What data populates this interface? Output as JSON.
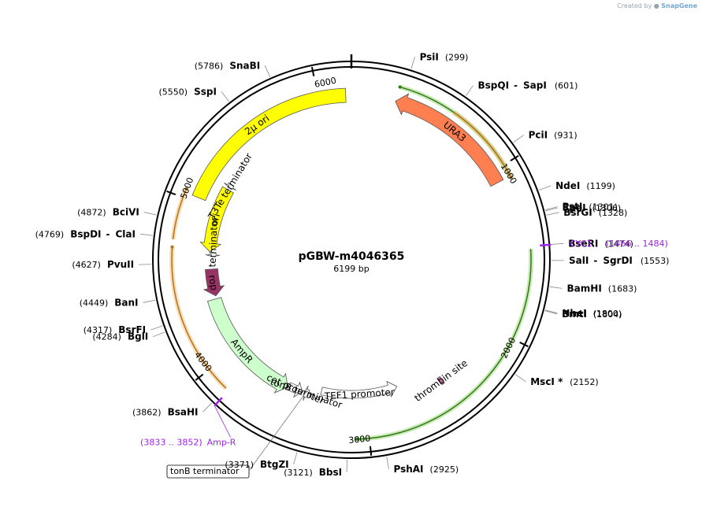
{
  "credit": {
    "prefix": "Created by",
    "brand": "SnapGene"
  },
  "plasmid": {
    "name": "pGBW-m4046365",
    "length_label": "6199 bp",
    "length": 6199
  },
  "ticks": [
    {
      "label": "1000",
      "pos": 1000
    },
    {
      "label": "2000",
      "pos": 2000
    },
    {
      "label": "3000",
      "pos": 3000
    },
    {
      "label": "4000",
      "pos": 4000
    },
    {
      "label": "5000",
      "pos": 5000
    },
    {
      "label": "6000",
      "pos": 6000
    }
  ],
  "sites": [
    {
      "name": "PsiI",
      "pos_label": "(299)",
      "pos": 299,
      "side": "right"
    },
    {
      "name": "BspQI",
      "sep": "-",
      "name2": "SapI",
      "pos_label": "(601)",
      "pos": 601,
      "side": "right"
    },
    {
      "name": "PciI",
      "pos_label": "(931)",
      "pos": 931,
      "side": "right"
    },
    {
      "name": "NdeI",
      "pos_label": "(1199)",
      "pos": 1199,
      "side": "right"
    },
    {
      "name": "PstI",
      "pos_label": "(1301)",
      "pos": 1301,
      "side": "right"
    },
    {
      "name": "SpeI",
      "pos_label": "(1306)",
      "pos": 1306,
      "side": "right"
    },
    {
      "name": "BsrGI",
      "pos_label": "(1328)",
      "pos": 1328,
      "side": "right"
    },
    {
      "name": "BseRI",
      "pos_label": "(1474)",
      "pos": 1474,
      "side": "right"
    },
    {
      "name": "SalI",
      "sep": "-",
      "name2": "SgrDI",
      "pos_label": "(1553)",
      "pos": 1553,
      "side": "right"
    },
    {
      "name": "BamHI",
      "pos_label": "(1683)",
      "pos": 1683,
      "side": "right"
    },
    {
      "name": "NheI",
      "pos_label": "(1800)",
      "pos": 1800,
      "side": "right"
    },
    {
      "name": "BmtI",
      "pos_label": "(1804)",
      "pos": 1804,
      "side": "right"
    },
    {
      "name": "MscI *",
      "pos_label": "(2152)",
      "pos": 2152,
      "side": "right"
    },
    {
      "name": "PshAI",
      "pos_label": "(2925)",
      "pos": 2925,
      "side": "right"
    },
    {
      "name": "BbsI",
      "pos_label": "(3121)",
      "pos": 3121,
      "side": "left"
    },
    {
      "name": "BtgZI",
      "pos_label": "(3371)",
      "pos": 3371,
      "side": "left"
    },
    {
      "name": "BsaHI",
      "pos_label": "(3862)",
      "pos": 3862,
      "side": "left"
    },
    {
      "name": "BglI",
      "pos_label": "(4284)",
      "pos": 4284,
      "side": "left"
    },
    {
      "name": "BsrFI",
      "pos_label": "(4317)",
      "pos": 4317,
      "side": "left"
    },
    {
      "name": "BanI",
      "pos_label": "(4449)",
      "pos": 4449,
      "side": "left"
    },
    {
      "name": "PvuII",
      "pos_label": "(4627)",
      "pos": 4627,
      "side": "left"
    },
    {
      "name": "BspDI",
      "sep": "-",
      "name2": "ClaI",
      "pos_label": "(4769)",
      "pos": 4769,
      "side": "left"
    },
    {
      "name": "BciVI",
      "pos_label": "(4872)",
      "pos": 4872,
      "side": "left"
    },
    {
      "name": "SspI",
      "pos_label": "(5550)",
      "pos": 5550,
      "side": "left"
    },
    {
      "name": "SnaBI",
      "pos_label": "(5786)",
      "pos": 5786,
      "side": "left"
    }
  ],
  "primers": [
    {
      "name": "CYC1",
      "range_label": "(1466 .. 1484)",
      "start": 1466,
      "end": 1484,
      "side": "right"
    },
    {
      "name": "Amp-R",
      "range_label": "(3833 .. 3852)",
      "start": 3833,
      "end": 3852,
      "side": "left"
    }
  ],
  "features": [
    {
      "name": "2μ ori",
      "start": 5030,
      "end": 6165,
      "color": "#ffff00",
      "kind": "bar"
    },
    {
      "name": "URA3",
      "start": 267,
      "end": 1071,
      "color": "#ff7f50",
      "kind": "arrow",
      "dir": "rev"
    },
    {
      "name": "ori",
      "start": 4705,
      "end": 5159,
      "color": "#ffff00",
      "kind": "arrow",
      "dir": "rev"
    },
    {
      "name": "T3Te terminator",
      "start": 5175,
      "end": 5203,
      "color": "#ffffff",
      "kind": "arrow",
      "dir": "rev"
    },
    {
      "name": "T7Te terminator",
      "start": 4672,
      "end": 4701,
      "color": "#ffffff",
      "kind": "arrow",
      "dir": "rev"
    },
    {
      "name": "rop",
      "start": 4392,
      "end": 4583,
      "color": "#993366",
      "kind": "arrow",
      "dir": "rev"
    },
    {
      "name": "AmpR",
      "start": 3556,
      "end": 4372,
      "color": "#ccffcc",
      "kind": "arrow",
      "dir": "rev"
    },
    {
      "name": "cat promoter",
      "start": 3451,
      "end": 3553,
      "color": "#ffffff",
      "kind": "arrow",
      "dir": "rev"
    },
    {
      "name": "tonB terminator",
      "start": 3405,
      "end": 3437,
      "color": "#ffffff",
      "kind": "arrow",
      "dir": "fwd"
    },
    {
      "name": "TEF1 promoter",
      "start": 2760,
      "end": 3320,
      "color": "#ffffff",
      "kind": "arrow",
      "dir": "rev"
    },
    {
      "name": "thrombin site",
      "start": 2460,
      "end": 2480,
      "color": "#cc6699",
      "kind": "diamond"
    }
  ],
  "orfs": [
    {
      "start": 3862,
      "end": 4720,
      "color": "#e8a33c",
      "dir": "fwd"
    },
    {
      "start": 4762,
      "end": 5050,
      "color": "#e8a33c",
      "dir": "fwd"
    },
    {
      "start": 270,
      "end": 1075,
      "color": "#6fc23a",
      "dir": "rev"
    },
    {
      "start": 600,
      "end": 1080,
      "color": "#e8a33c",
      "dir": "fwd"
    },
    {
      "start": 1490,
      "end": 3070,
      "color": "#6fc23a",
      "dir": "fwd"
    }
  ],
  "labels": {
    "tonb": "tonB terminator"
  }
}
